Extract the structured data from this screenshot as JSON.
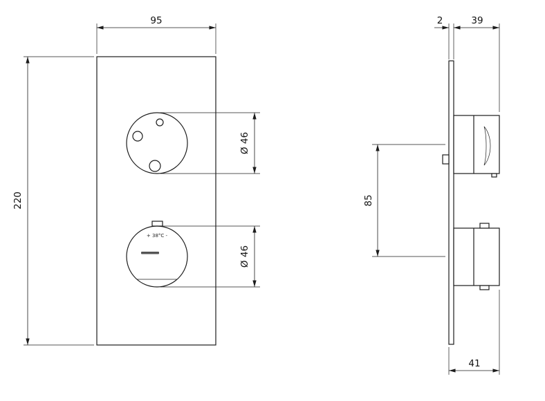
{
  "drawing": {
    "front": {
      "dim_width": "95",
      "dim_height": "220",
      "dim_upper_knob_dia": "Ø 46",
      "dim_lower_knob_dia": "Ø 46",
      "temp_marking": "+ 38°C -"
    },
    "side": {
      "dim_plate_thickness": "2",
      "dim_handle_depth": "39",
      "dim_handle_spacing": "85",
      "dim_overall_depth": "41"
    }
  }
}
